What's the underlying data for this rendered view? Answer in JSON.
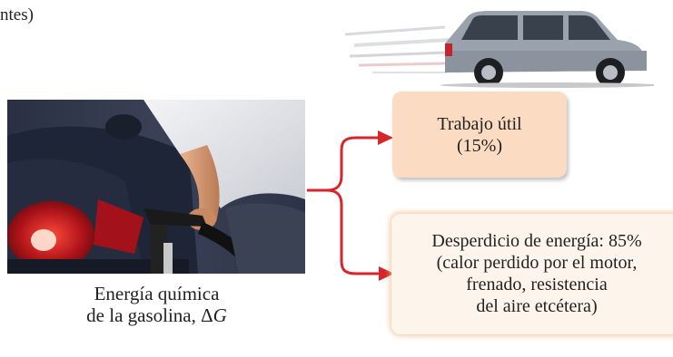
{
  "top_fragment": "ntes)",
  "caption": {
    "line1": "Energía química",
    "line2_prefix": "de la gasolina, Δ",
    "line2_var": "G"
  },
  "useful_box": {
    "line1": "Trabajo útil",
    "line2": "(15%)"
  },
  "waste_box": {
    "line1": "Desperdicio de energía: 85%",
    "line2": "(calor perdido por el motor,",
    "line3": "frenado, resistencia",
    "line4": "del aire etcétera)"
  },
  "colors": {
    "arrow": "#d6252b",
    "useful_fill": "#fbdcc3",
    "waste_fill": "#fdf5ec",
    "car_body": "#9aa3ad"
  },
  "icons": {
    "car": "suv-car-illustration",
    "photo": "gas-pump-refueling-photo"
  }
}
